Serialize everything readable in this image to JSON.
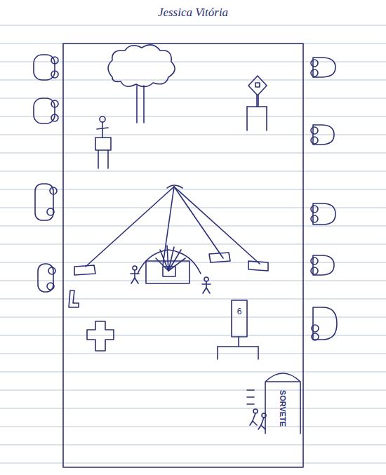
{
  "diagram": {
    "nodes": [
      {
        "text": [
          "SORVETE"
        ]
      }
    ],
    "labels": [
      "Jessica Vitória",
      "6"
    ]
  }
}
